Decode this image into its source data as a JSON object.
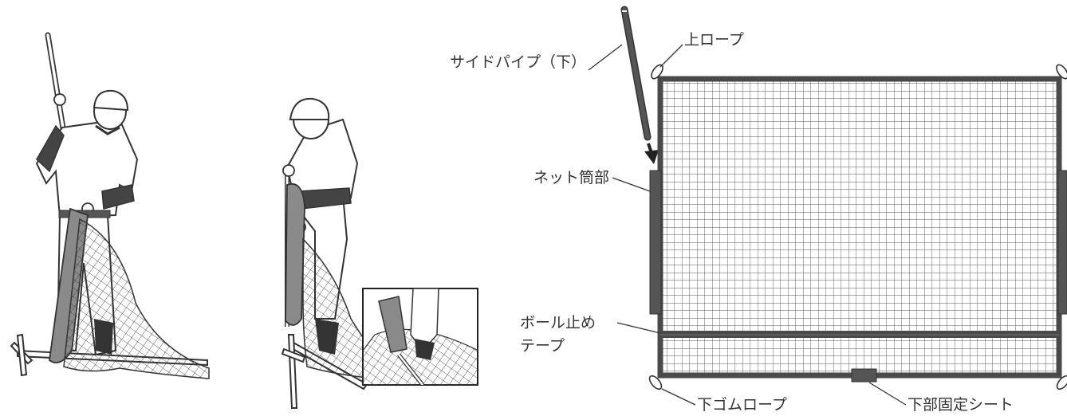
{
  "labels": {
    "side_pipe": "サイドパイプ（下）",
    "top_rope": "上ロープ",
    "net_sleeve": "ネット筒部",
    "ball_stop_tape_line1": "ボール止め",
    "ball_stop_tape_line2": "テープ",
    "bottom_rubber_rope": "下ゴムロープ",
    "bottom_fixing_sheet": "下部固定シート"
  },
  "colors": {
    "line": "#333333",
    "frame": "#4a4a4a",
    "sleeve": "#555555",
    "net_grid": "#666666",
    "panel_fill": "#8a8a8a",
    "skin": "#ffffff"
  }
}
